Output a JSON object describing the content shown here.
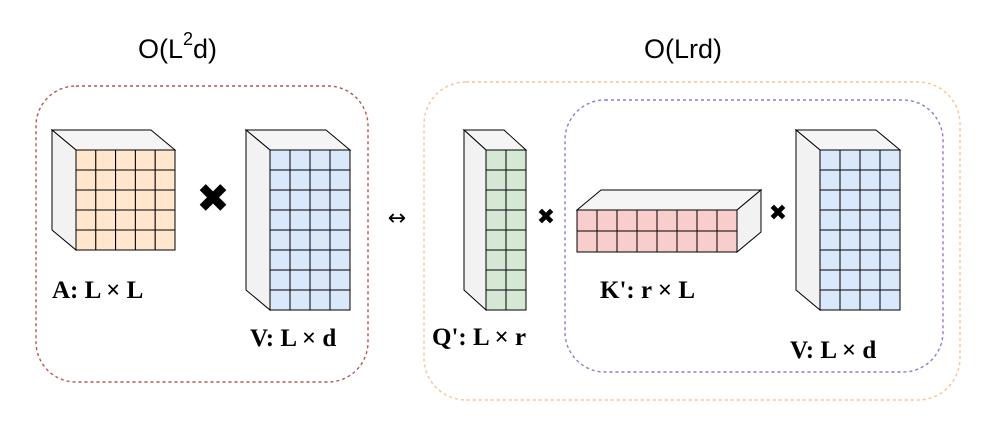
{
  "titles": {
    "left": {
      "base": "O(L",
      "sup": "2",
      "tail": "d)"
    },
    "right": "O(Lrd)"
  },
  "labels": {
    "A": "A: L × L",
    "V_left": "V: L × d",
    "Q": "Q': L × r",
    "K": "K': r × L",
    "V_right": "V: L × d"
  },
  "operators": {
    "multiply": "✖",
    "equivalent": "↔"
  },
  "colors": {
    "A_face": "#ffe6cc",
    "V_face": "#dae8fc",
    "Q_face": "#d5e8d4",
    "K_face": "#f8cecc",
    "side_face": "#f2f2f2",
    "top_face": "#f5f5f5",
    "left_box": "#b85450",
    "right_box": "#f5c490",
    "inner_box": "#9673d8"
  },
  "grids": {
    "A": {
      "rows": 5,
      "cols": 5
    },
    "V_left": {
      "rows": 8,
      "cols": 4
    },
    "Q": {
      "rows": 8,
      "cols": 2
    },
    "K": {
      "rows": 2,
      "cols": 8
    },
    "V_right": {
      "rows": 8,
      "cols": 4
    }
  }
}
